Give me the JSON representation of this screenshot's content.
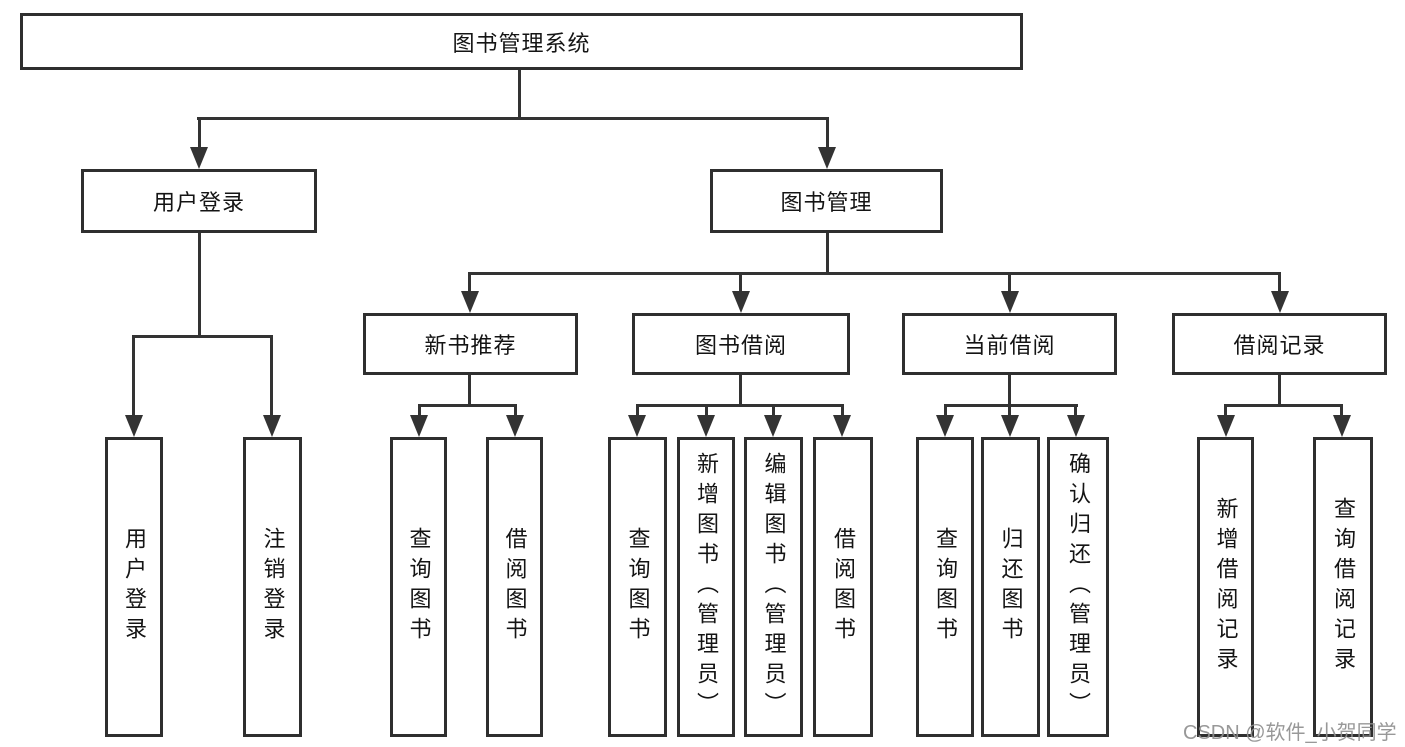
{
  "tree": {
    "root": "图书管理系统",
    "branches": [
      {
        "label": "用户登录",
        "children": [
          "用户登录",
          "注销登录"
        ]
      },
      {
        "label": "图书管理",
        "children": [
          {
            "label": "新书推荐",
            "children": [
              "查询图书",
              "借阅图书"
            ]
          },
          {
            "label": "图书借阅",
            "children": [
              "查询图书",
              "新增图书（管理员）",
              "编辑图书（管理员）",
              "借阅图书"
            ]
          },
          {
            "label": "当前借阅",
            "children": [
              "查询图书",
              "归还图书",
              "确认归还（管理员）"
            ]
          },
          {
            "label": "借阅记录",
            "children": [
              "新增借阅记录",
              "查询借阅记录"
            ]
          }
        ]
      }
    ]
  },
  "watermark": "CSDN @软件_小贺同学",
  "colors": {
    "line": "#333333",
    "border": "#2f2f2f",
    "text": "#141414",
    "watermark": "#8f8f8f",
    "background": "#ffffff"
  }
}
